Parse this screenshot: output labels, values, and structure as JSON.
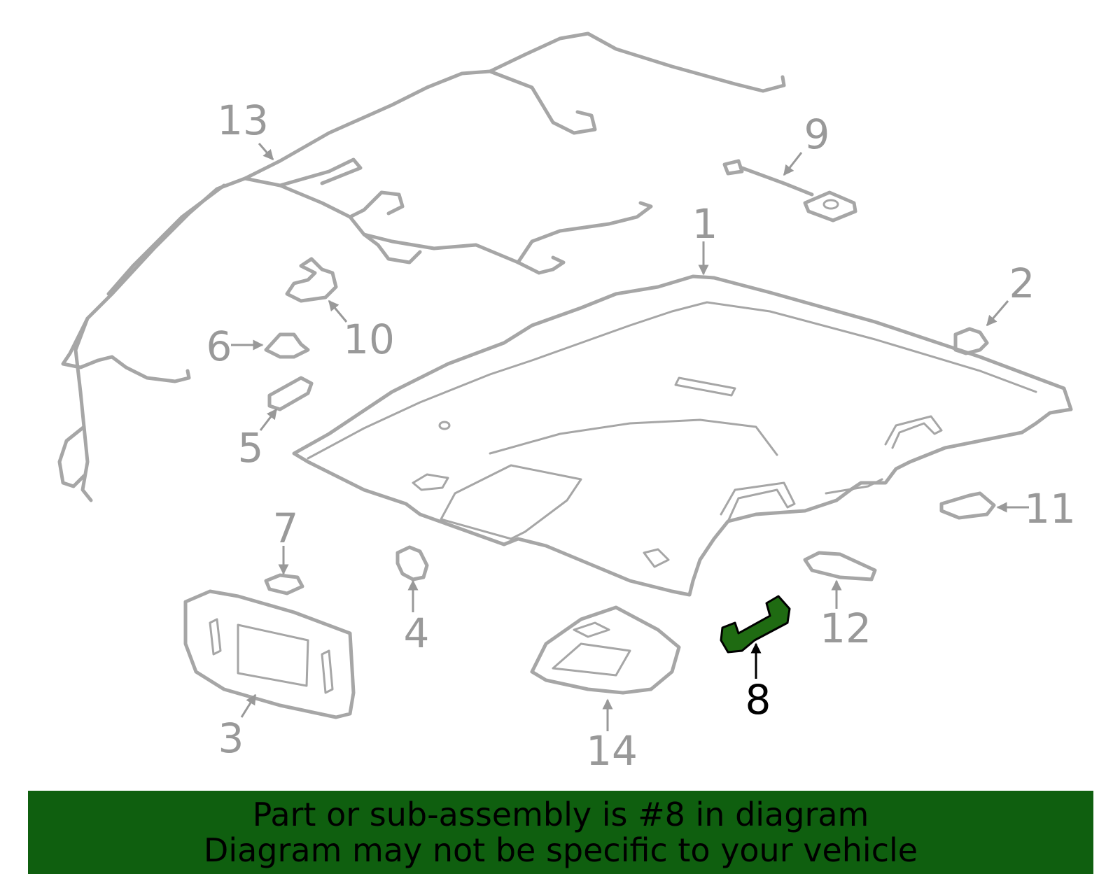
{
  "callouts": [
    "1",
    "2",
    "3",
    "4",
    "5",
    "6",
    "7",
    "8",
    "9",
    "10",
    "11",
    "12",
    "13",
    "14"
  ],
  "selected_callout": "8",
  "colors": {
    "part_line": "#a6a6a6",
    "callout_text": "#999999",
    "highlight_fill": "#1f6b12",
    "banner_bg": "#0f5f0f"
  },
  "banner": {
    "line1": "Part or sub-assembly is #8 in diagram",
    "line2": "Diagram may not be specific to your vehicle"
  }
}
